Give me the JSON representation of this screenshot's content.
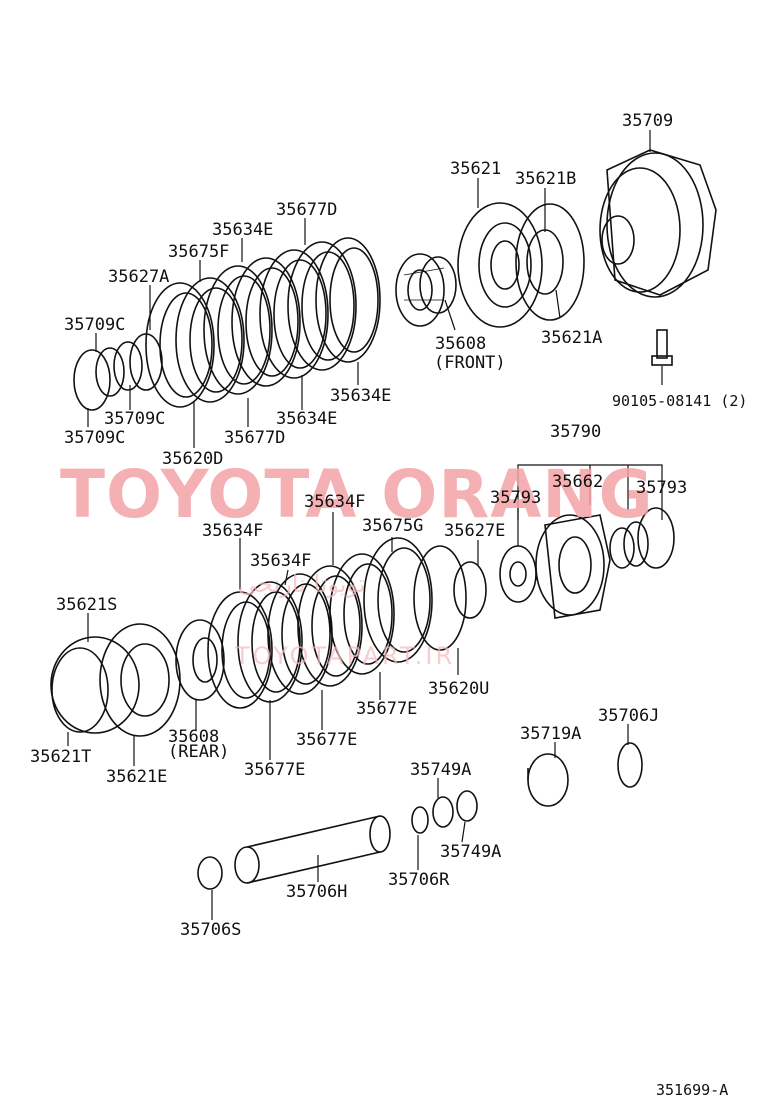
{
  "watermark": {
    "brand": "TOYOTA ORANG",
    "arabic": "تویوتا نارنجی",
    "site": "TOYOTAPART.IR"
  },
  "figure_number": "351699-A",
  "callouts": [
    {
      "id": "c1",
      "text": "35709"
    },
    {
      "id": "c2",
      "text": "35621"
    },
    {
      "id": "c3",
      "text": "35621B"
    },
    {
      "id": "c4",
      "text": "35677D"
    },
    {
      "id": "c5",
      "text": "35634E"
    },
    {
      "id": "c6",
      "text": "35675F"
    },
    {
      "id": "c7",
      "text": "35627A"
    },
    {
      "id": "c8",
      "text": "35709C"
    },
    {
      "id": "c9",
      "text": "35608"
    },
    {
      "id": "c10",
      "text": "(FRONT)"
    },
    {
      "id": "c11",
      "text": "35621A"
    },
    {
      "id": "c12",
      "text": "35634E"
    },
    {
      "id": "c13",
      "text": "35709C"
    },
    {
      "id": "c14",
      "text": "35634E"
    },
    {
      "id": "c15",
      "text": "35709C"
    },
    {
      "id": "c16",
      "text": "35677D"
    },
    {
      "id": "c17",
      "text": "90105-08141 (2)"
    },
    {
      "id": "c18",
      "text": "35620D"
    },
    {
      "id": "c19",
      "text": "35790"
    },
    {
      "id": "c20",
      "text": "35662"
    },
    {
      "id": "c21",
      "text": "35793"
    },
    {
      "id": "c22",
      "text": "35793"
    },
    {
      "id": "c23",
      "text": "35634F"
    },
    {
      "id": "c24",
      "text": "35634F"
    },
    {
      "id": "c25",
      "text": "35675G"
    },
    {
      "id": "c26",
      "text": "35627E"
    },
    {
      "id": "c27",
      "text": "35634F"
    },
    {
      "id": "c28",
      "text": "35621S"
    },
    {
      "id": "c29",
      "text": "35620U"
    },
    {
      "id": "c30",
      "text": "35608"
    },
    {
      "id": "c31",
      "text": "(REAR)"
    },
    {
      "id": "c32",
      "text": "35677E"
    },
    {
      "id": "c33",
      "text": "35621T"
    },
    {
      "id": "c34",
      "text": "35621E"
    },
    {
      "id": "c35",
      "text": "35677E"
    },
    {
      "id": "c36",
      "text": "35677E"
    },
    {
      "id": "c37",
      "text": "35719A"
    },
    {
      "id": "c38",
      "text": "35706J"
    },
    {
      "id": "c39",
      "text": "35749A"
    },
    {
      "id": "c40",
      "text": "35749A"
    },
    {
      "id": "c41",
      "text": "35706R"
    },
    {
      "id": "c42",
      "text": "35706H"
    },
    {
      "id": "c43",
      "text": "35706S"
    }
  ]
}
